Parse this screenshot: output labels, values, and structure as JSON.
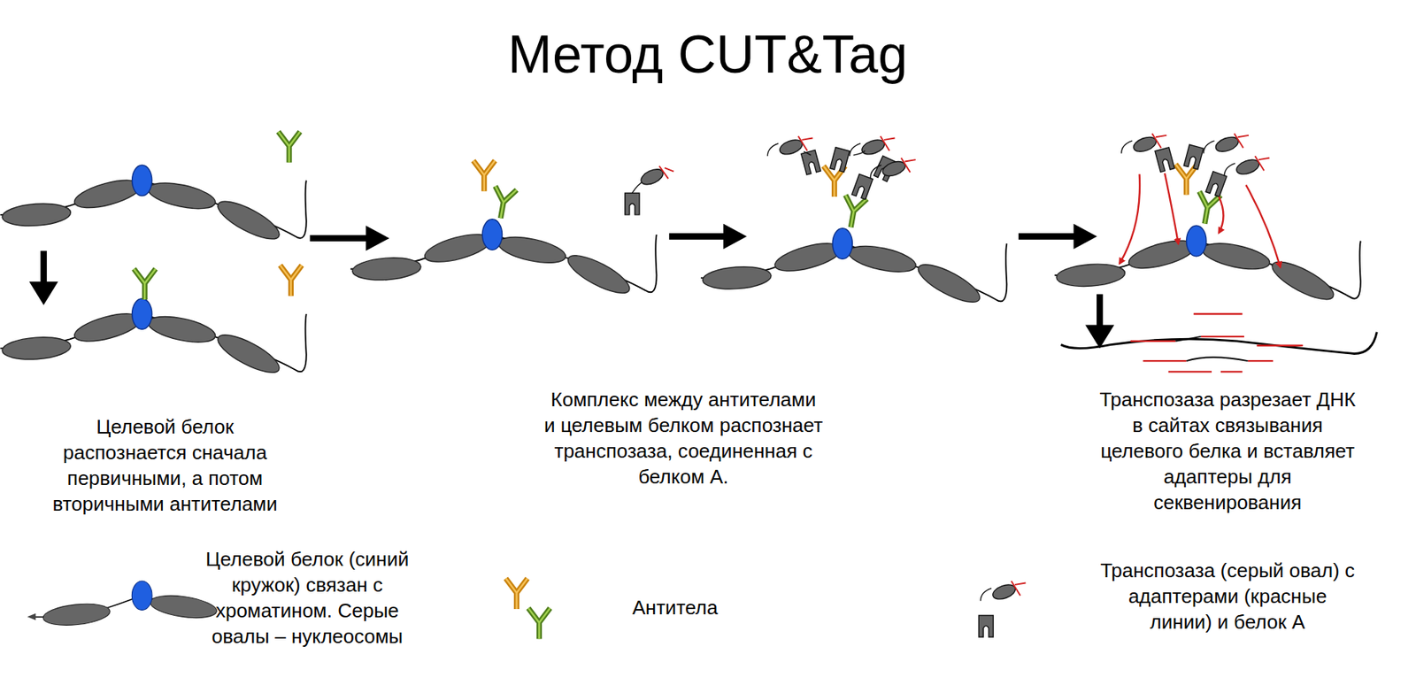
{
  "diagram": {
    "title": "Метод CUT&Tag",
    "labels": [
      "Целевой белок распознается сначала первичными, а потом вторичными антителами",
      "Комплекс между антителами и целевым белком распознает транспозаза, соединенная с белком А.",
      "Транспозаза разрезает ДНК в сайтах связывания целевого белка и вставляет адаптеры для секвенирования",
      "Целевой белок (синий кружок) связан с хроматином. Серые овалы – нуклеосомы",
      "Антитела",
      "Транспозаза (серый овал) с адаптерами (красные линии) и белок А"
    ]
  }
}
